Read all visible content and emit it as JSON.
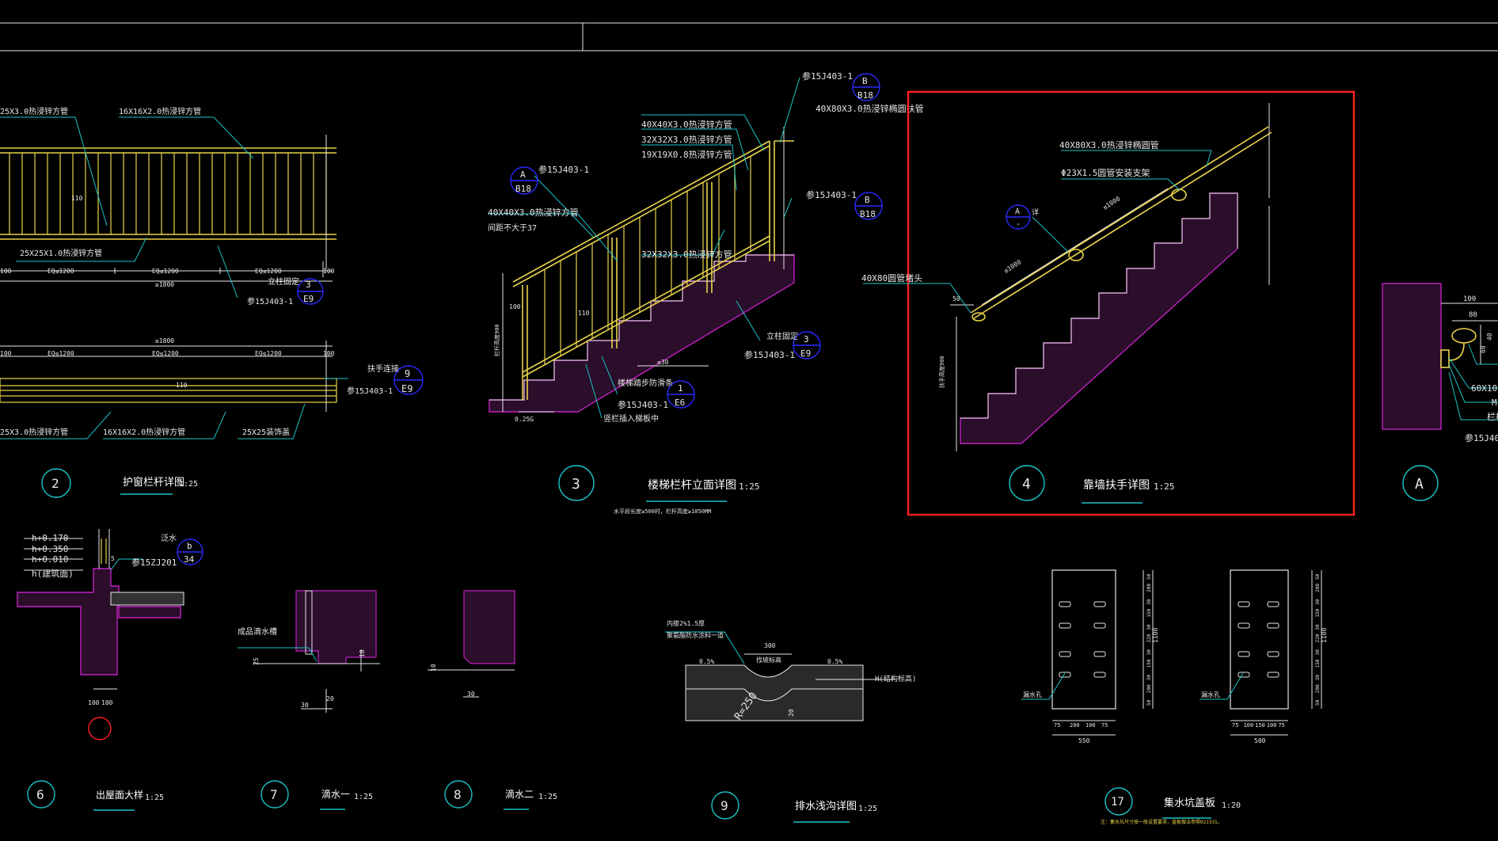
{
  "colors": {
    "background": "#000000",
    "yellow": "#e8d24a",
    "cyan": "#19c3c8",
    "blue": "#2a2aff",
    "magenta": "#c020c0",
    "red": "#ff2020",
    "green": "#21c021",
    "white": "#e6e6e6"
  },
  "detail2": {
    "labels": {
      "top_left": "25X3.0热浸锌方管",
      "top_mid": "16X16X2.0热浸锌方管",
      "height": "110",
      "bottom": "25X25X1.0热浸锌方管",
      "eq1": "EQ≤1200",
      "eq2": "EQ≤1200",
      "eq3": "EQ≤1200",
      "edge_l": "100",
      "edge_r": "100",
      "total": "≥1800",
      "fix": "立柱固定",
      "ref": "参15J403-1",
      "bubble_top": "3",
      "bubble_bot": "E9",
      "plan_total": "≥1800",
      "plan_eq1": "EQ≤1200",
      "plan_eq2": "EQ≤1200",
      "plan_eq3": "EQ≤1200",
      "plan_edge_l": "100",
      "plan_edge_r": "100",
      "plan_h": "110",
      "plan_bl": "25X3.0热浸锌方管",
      "plan_bm": "16X16X2.0热浸锌方管",
      "plan_br": "25X25装饰盖",
      "join": "扶手连接",
      "join_ref": "参15J403-1",
      "join_top": "9",
      "join_bot": "E9"
    },
    "title_num": "2",
    "title": "护窗栏杆详图",
    "scale": "1:25"
  },
  "detail3": {
    "labels": {
      "ref_top": "参15J403-1",
      "bub_top_t": "B",
      "bub_top_b": "B18",
      "l1": "40X80X3.0热浸锌椭圆扶管",
      "l2": "40X40X3.0热浸锌方管",
      "l3": "32X32X3.0热浸锌方管",
      "l4": "19X19X0.8热浸锌方管",
      "ref_a": "参15J403-1",
      "bub_a_t": "A",
      "bub_a_b": "B18",
      "l5": "40X40X3.0热浸锌方管",
      "l5b": "间距不大于37",
      "ref_b": "参15J403-1",
      "bub_b_t": "B",
      "bub_b_b": "B18",
      "l6": "32X32X3.0热浸锌方管",
      "fix": "立柱固定",
      "fix_ref": "参15J403-1",
      "fix_t": "3",
      "fix_b": "E9",
      "step": "楼梯踏步防滑条",
      "step_ref": "参15J403-1",
      "step_t": "1",
      "step_b": "E6",
      "embed": "竖栏插入梯板中",
      "h_label": "栏杆高度900",
      "d100": "100",
      "d110": "110",
      "dleq": "≤30",
      "d025": "0.25G"
    },
    "title_num": "3",
    "title": "楼梯栏杆立面详图",
    "scale": "1:25",
    "note": "水平段长度≥500时，栏杆高度≥1050MM"
  },
  "detail4": {
    "labels": {
      "l1": "40X80X3.0热浸锌椭圆管",
      "l2": "Φ23X1.5圆管安装支架",
      "l3": "40X80圆管堵头",
      "bub_t": "A",
      "bub_b": "-",
      "bub_tag": "详",
      "d1": "≤1000",
      "d2": "≤1000",
      "d50": "50",
      "h_label": "扶手高度900"
    },
    "title_num": "4",
    "title": "靠墙扶手详图",
    "scale": "1:25"
  },
  "detailA": {
    "labels": {
      "d100": "100",
      "d80": "80",
      "d60": "60",
      "d40": "40",
      "l1": "60X10",
      "l2": "M",
      "l3": "栏杆",
      "ref": "参15J40"
    },
    "title_num": "A"
  },
  "detail6": {
    "labels": {
      "h1": "h+0.170",
      "h2": "h+0.350",
      "h3": "h+0.010",
      "h4": "h(建筑面)",
      "fan": "泛水",
      "ref": "参15ZJ201",
      "bub_t": "b",
      "bub_b": "34",
      "d100a": "100",
      "d100b": "100",
      "d5": "5"
    },
    "title_num": "6",
    "title": "出屋面大样",
    "scale": "1:25"
  },
  "detail7": {
    "labels": {
      "drip": "成品滴水槽",
      "d25": "25",
      "d10": "10",
      "d30": "30",
      "d20": "20"
    },
    "title_num": "7",
    "title": "滴水一",
    "scale": "1:25"
  },
  "detail8": {
    "labels": {
      "d10": "10",
      "d30": "30"
    },
    "title_num": "8",
    "title": "滴水二",
    "scale": "1:25"
  },
  "detail9": {
    "labels": {
      "l1": "内掺2%1.5厚",
      "l2": "聚氨酯防水涂料一道",
      "d300": "300",
      "mark": "找坡标高",
      "s1": "0.5%",
      "s2": "0.5%",
      "h": "H(结构标高)",
      "r": "R=250",
      "d20": "20"
    },
    "title_num": "9",
    "title": "排水浅沟详图",
    "scale": "1:25"
  },
  "detail17": {
    "labels": {
      "hole_l": "漏水孔",
      "hole_r": "漏水孔",
      "b1": [
        "75",
        "200",
        "100",
        "75"
      ],
      "w1": "550",
      "b2": [
        "75",
        "100",
        "150",
        "100",
        "75"
      ],
      "w2": "500",
      "v1": [
        "50",
        "200",
        "30",
        "150",
        "30",
        "220",
        "30",
        "150",
        "30",
        "200",
        "50"
      ],
      "vt1": "1100",
      "v2": [
        "50",
        "200",
        "30",
        "150",
        "30",
        "220",
        "30",
        "150",
        "30",
        "200",
        "50"
      ],
      "vt2": "1100"
    },
    "title_num": "17",
    "title": "集水坑盖板",
    "scale": "1:20",
    "note": "注：集水坑尺寸按一般设置要求，盖板做法参照02J331。"
  }
}
